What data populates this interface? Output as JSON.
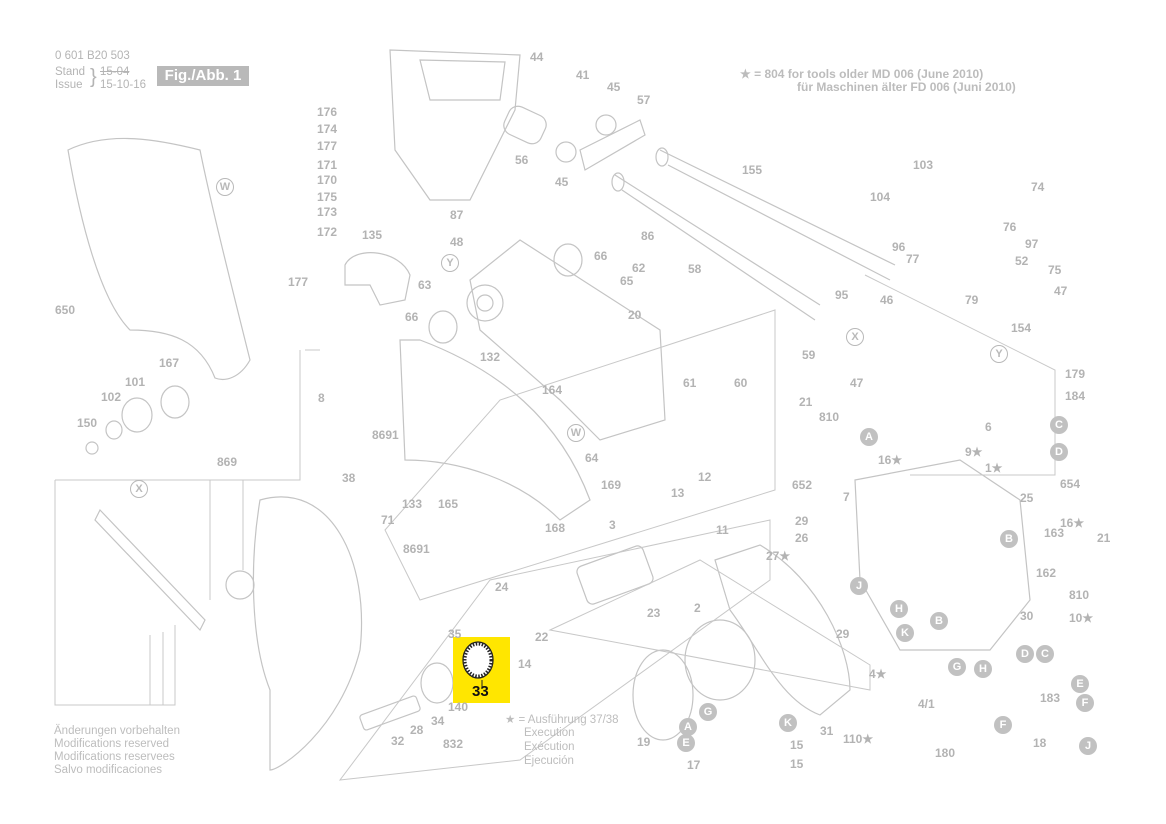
{
  "header": {
    "part_number": "0 601 B20 503",
    "stand_label": "Stand",
    "issue_label": "Issue",
    "stand_date_struck": "15-04",
    "issue_date": "15-10-16",
    "figure_label": "Fig./Abb. 1"
  },
  "note": {
    "star_symbol": "★",
    "line1": "= 804 for tools older MD 006 (June 2010)",
    "line2": "für Maschinen älter FD 006 (Juni 2010)"
  },
  "legend_execution": {
    "line1": "★ = Ausführung 37/38",
    "line2": "Execution",
    "line3": "Exécution",
    "line4": "Ejecución"
  },
  "footer": {
    "line1": "Änderungen vorbehalten",
    "line2": "Modifications reserved",
    "line3": "Modifications reservees",
    "line4": "Salvo modificaciones"
  },
  "highlight": {
    "part": "33",
    "color": "#ffe600"
  },
  "part_labels": [
    {
      "id": "44",
      "text": "44"
    },
    {
      "id": "41",
      "text": "41"
    },
    {
      "id": "45a",
      "text": "45"
    },
    {
      "id": "57",
      "text": "57"
    },
    {
      "id": "56",
      "text": "56"
    },
    {
      "id": "45b",
      "text": "45"
    },
    {
      "id": "176",
      "text": "176"
    },
    {
      "id": "174",
      "text": "174"
    },
    {
      "id": "177a",
      "text": "177"
    },
    {
      "id": "171",
      "text": "171"
    },
    {
      "id": "170",
      "text": "170"
    },
    {
      "id": "175",
      "text": "175"
    },
    {
      "id": "173",
      "text": "173"
    },
    {
      "id": "172",
      "text": "172"
    },
    {
      "id": "177b",
      "text": "177"
    },
    {
      "id": "87",
      "text": "87"
    },
    {
      "id": "48",
      "text": "48"
    },
    {
      "id": "135",
      "text": "135"
    },
    {
      "id": "86",
      "text": "86"
    },
    {
      "id": "155",
      "text": "155"
    },
    {
      "id": "58",
      "text": "58"
    },
    {
      "id": "66a",
      "text": "66"
    },
    {
      "id": "62",
      "text": "62"
    },
    {
      "id": "65",
      "text": "65"
    },
    {
      "id": "63",
      "text": "63"
    },
    {
      "id": "66b",
      "text": "66"
    },
    {
      "id": "650",
      "text": "650"
    },
    {
      "id": "20",
      "text": "20"
    },
    {
      "id": "132",
      "text": "132"
    },
    {
      "id": "167",
      "text": "167"
    },
    {
      "id": "101",
      "text": "101"
    },
    {
      "id": "102",
      "text": "102"
    },
    {
      "id": "150",
      "text": "150"
    },
    {
      "id": "164",
      "text": "164"
    },
    {
      "id": "61",
      "text": "61"
    },
    {
      "id": "60",
      "text": "60"
    },
    {
      "id": "8",
      "text": "8"
    },
    {
      "id": "8691a",
      "text": "8691"
    },
    {
      "id": "64",
      "text": "64"
    },
    {
      "id": "869",
      "text": "869"
    },
    {
      "id": "38",
      "text": "38"
    },
    {
      "id": "133",
      "text": "133"
    },
    {
      "id": "165",
      "text": "165"
    },
    {
      "id": "71",
      "text": "71"
    },
    {
      "id": "169",
      "text": "169"
    },
    {
      "id": "168",
      "text": "168"
    },
    {
      "id": "8691b",
      "text": "8691"
    },
    {
      "id": "103",
      "text": "103"
    },
    {
      "id": "74",
      "text": "74"
    },
    {
      "id": "104",
      "text": "104"
    },
    {
      "id": "76",
      "text": "76"
    },
    {
      "id": "96",
      "text": "96"
    },
    {
      "id": "97",
      "text": "97"
    },
    {
      "id": "77",
      "text": "77"
    },
    {
      "id": "52",
      "text": "52"
    },
    {
      "id": "75",
      "text": "75"
    },
    {
      "id": "95",
      "text": "95"
    },
    {
      "id": "46",
      "text": "46"
    },
    {
      "id": "79",
      "text": "79"
    },
    {
      "id": "47a",
      "text": "47"
    },
    {
      "id": "154",
      "text": "154"
    },
    {
      "id": "59",
      "text": "59"
    },
    {
      "id": "47b",
      "text": "47"
    },
    {
      "id": "179",
      "text": "179"
    },
    {
      "id": "184",
      "text": "184"
    },
    {
      "id": "21a",
      "text": "21"
    },
    {
      "id": "810a",
      "text": "810"
    },
    {
      "id": "6",
      "text": "6"
    },
    {
      "id": "16a",
      "text": "16★"
    },
    {
      "id": "9",
      "text": "9★"
    },
    {
      "id": "1",
      "text": "1★"
    },
    {
      "id": "652",
      "text": "652"
    },
    {
      "id": "654",
      "text": "654"
    },
    {
      "id": "25",
      "text": "25"
    },
    {
      "id": "7",
      "text": "7"
    },
    {
      "id": "13",
      "text": "13"
    },
    {
      "id": "12",
      "text": "12"
    },
    {
      "id": "3",
      "text": "3"
    },
    {
      "id": "11",
      "text": "11"
    },
    {
      "id": "29a",
      "text": "29"
    },
    {
      "id": "26",
      "text": "26"
    },
    {
      "id": "16b",
      "text": "16★"
    },
    {
      "id": "163",
      "text": "163"
    },
    {
      "id": "21b",
      "text": "21"
    },
    {
      "id": "162",
      "text": "162"
    },
    {
      "id": "27",
      "text": "27★"
    },
    {
      "id": "24",
      "text": "24"
    },
    {
      "id": "22",
      "text": "22"
    },
    {
      "id": "810b",
      "text": "810"
    },
    {
      "id": "23",
      "text": "23"
    },
    {
      "id": "2",
      "text": "2"
    },
    {
      "id": "30",
      "text": "30"
    },
    {
      "id": "10",
      "text": "10★"
    },
    {
      "id": "29b",
      "text": "29"
    },
    {
      "id": "35",
      "text": "35"
    },
    {
      "id": "14",
      "text": "14"
    },
    {
      "id": "33",
      "text": "33"
    },
    {
      "id": "140",
      "text": "140"
    },
    {
      "id": "4",
      "text": "4★"
    },
    {
      "id": "183",
      "text": "183"
    },
    {
      "id": "4_1",
      "text": "4/1"
    },
    {
      "id": "32",
      "text": "32"
    },
    {
      "id": "28",
      "text": "28"
    },
    {
      "id": "34",
      "text": "34"
    },
    {
      "id": "832",
      "text": "832"
    },
    {
      "id": "19",
      "text": "19"
    },
    {
      "id": "31",
      "text": "31"
    },
    {
      "id": "110",
      "text": "110★"
    },
    {
      "id": "180",
      "text": "180"
    },
    {
      "id": "18",
      "text": "18"
    },
    {
      "id": "17",
      "text": "17"
    },
    {
      "id": "15a",
      "text": "15"
    },
    {
      "id": "15b",
      "text": "15"
    }
  ],
  "connector_markers": [
    {
      "id": "W1",
      "text": "W",
      "style": "outline"
    },
    {
      "id": "Y1",
      "text": "Y",
      "style": "outline"
    },
    {
      "id": "X1",
      "text": "X",
      "style": "outline"
    },
    {
      "id": "Y2",
      "text": "Y",
      "style": "outline"
    },
    {
      "id": "W2",
      "text": "W",
      "style": "outline"
    },
    {
      "id": "X2",
      "text": "X",
      "style": "outline"
    },
    {
      "id": "A1",
      "text": "A",
      "style": "filled"
    },
    {
      "id": "C1",
      "text": "C",
      "style": "filled"
    },
    {
      "id": "D1",
      "text": "D",
      "style": "filled"
    },
    {
      "id": "B1",
      "text": "B",
      "style": "filled"
    },
    {
      "id": "J1",
      "text": "J",
      "style": "filled"
    },
    {
      "id": "H1",
      "text": "H",
      "style": "filled"
    },
    {
      "id": "B2",
      "text": "B",
      "style": "filled"
    },
    {
      "id": "K1",
      "text": "K",
      "style": "filled"
    },
    {
      "id": "G1",
      "text": "G",
      "style": "filled"
    },
    {
      "id": "H2",
      "text": "H",
      "style": "filled"
    },
    {
      "id": "D2",
      "text": "D",
      "style": "filled"
    },
    {
      "id": "C2",
      "text": "C",
      "style": "filled"
    },
    {
      "id": "E1",
      "text": "E",
      "style": "filled"
    },
    {
      "id": "F1",
      "text": "F",
      "style": "filled"
    },
    {
      "id": "F2",
      "text": "F",
      "style": "filled"
    },
    {
      "id": "J2",
      "text": "J",
      "style": "filled"
    },
    {
      "id": "G2",
      "text": "G",
      "style": "filled"
    },
    {
      "id": "A2",
      "text": "A",
      "style": "filled"
    },
    {
      "id": "E2",
      "text": "E",
      "style": "filled"
    },
    {
      "id": "K2",
      "text": "K",
      "style": "filled"
    }
  ]
}
